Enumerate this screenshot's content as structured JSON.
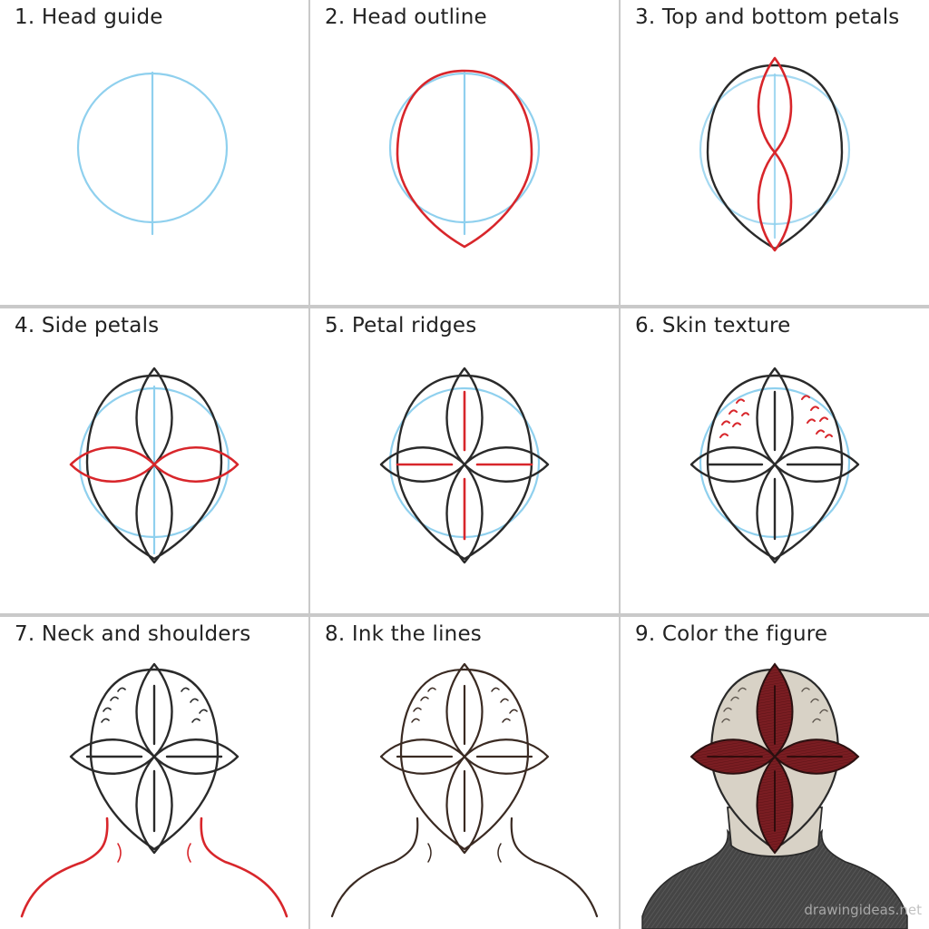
{
  "steps": [
    {
      "label": "1. Head guide"
    },
    {
      "label": "2. Head outline"
    },
    {
      "label": "3. Top and bottom petals"
    },
    {
      "label": "4. Side petals"
    },
    {
      "label": "5. Petal ridges"
    },
    {
      "label": "6. Skin texture"
    },
    {
      "label": "7. Neck and shoulders"
    },
    {
      "label": "8. Ink the lines"
    },
    {
      "label": "9. Color the figure"
    }
  ],
  "watermark": "drawingideas.net",
  "colors": {
    "guide": "#8fd0ee",
    "pencil": "#2a2a2a",
    "highlight": "#d8262b",
    "ink": "#3a2a22",
    "petal_fill": "#7a1d22",
    "skin_fill": "#d8d2c6",
    "shirt_fill": "#4a4a4a"
  }
}
